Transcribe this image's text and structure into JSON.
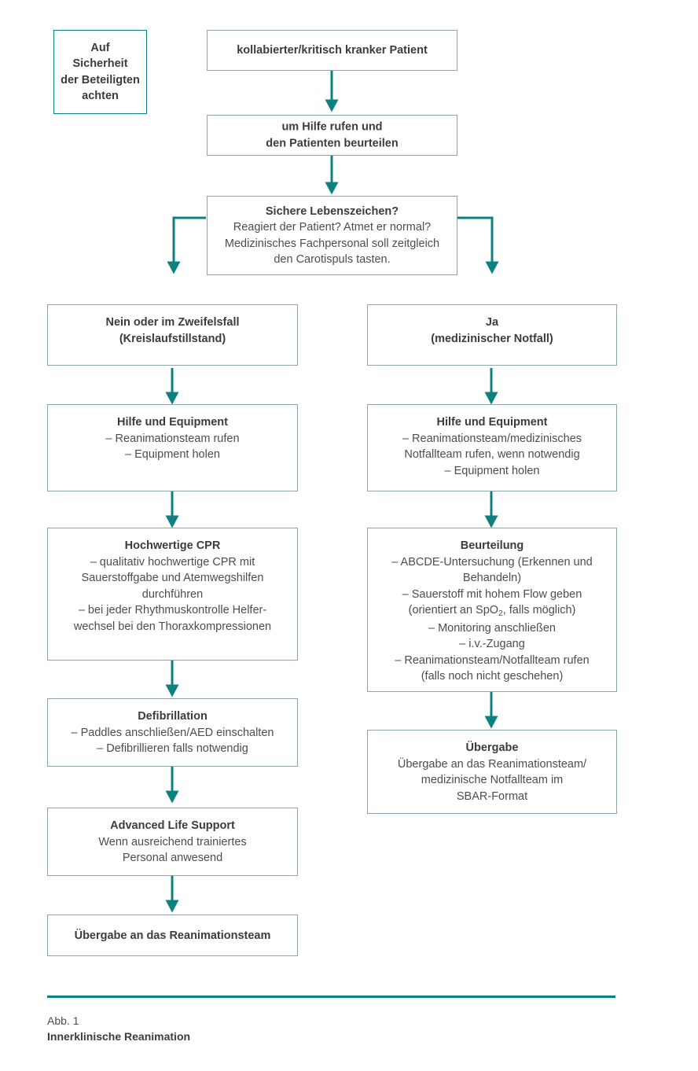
{
  "figure": {
    "caption_number": "Abb. 1",
    "caption_title": "Innerklinische Reanimation",
    "accent_color": "#0d8080",
    "box_border_color": "#8fa3ad",
    "text_color": "#4d4d4d"
  },
  "nodes": {
    "safety": {
      "lines": [
        "Auf",
        "Sicherheit",
        "der Beteiligten",
        "achten"
      ]
    },
    "start": {
      "title": "kollabierter/kritisch kranker Patient"
    },
    "help": {
      "lines": [
        "um Hilfe rufen und",
        "den Patienten beurteilen"
      ]
    },
    "decision": {
      "title": "Sichere Lebenszeichen?",
      "lines": [
        "Reagiert der Patient? Atmet er normal?",
        "Medizinisches Fachpersonal soll zeitgleich",
        "den Carotispuls tasten."
      ]
    },
    "branch_no": {
      "lines": [
        "Nein oder im Zweifelsfall",
        "(Kreislaufstillstand)"
      ]
    },
    "branch_yes": {
      "lines": [
        "Ja",
        "(medizinischer Notfall)"
      ]
    },
    "left_help": {
      "title": "Hilfe und Equipment",
      "lines": [
        "– Reanimationsteam rufen",
        "– Equipment holen"
      ]
    },
    "left_cpr": {
      "title": "Hochwertige CPR",
      "lines": [
        "– qualitativ hochwertige CPR mit",
        "Sauerstoffgabe und Atemwegshilfen",
        "durchführen",
        "– bei jeder Rhythmuskontrolle Helfer-",
        "wechsel bei den Thoraxkompressionen"
      ]
    },
    "left_defib": {
      "title": "Defibrillation",
      "lines": [
        "– Paddles anschließen/AED einschalten",
        "– Defibrillieren falls notwendig"
      ]
    },
    "left_als": {
      "title": "Advanced Life Support",
      "lines": [
        "Wenn ausreichend trainiertes",
        "Personal anwesend"
      ]
    },
    "left_handover": {
      "title": "Übergabe an das Reanimationsteam"
    },
    "right_help": {
      "title": "Hilfe und Equipment",
      "lines": [
        "– Reanimationsteam/medizinisches",
        "Notfallteam rufen, wenn notwendig",
        "– Equipment holen"
      ]
    },
    "right_assess": {
      "title": "Beurteilung",
      "lines": [
        "– ABCDE-Untersuchung (Erkennen und",
        "Behandeln)",
        "– Sauerstoff mit hohem Flow geben",
        "(orientiert an SpO2, falls möglich)",
        "– Monitoring anschließen",
        "– i.v.-Zugang",
        "– Reanimationsteam/Notfallteam rufen",
        "(falls noch nicht geschehen)"
      ],
      "spo2_prefix": "(orientiert an SpO",
      "spo2_sub": "2",
      "spo2_suffix": ", falls möglich)"
    },
    "right_handover": {
      "title": "Übergabe",
      "lines": [
        "Übergabe an das Reanimationsteam/",
        "medizinische Notfallteam im",
        "SBAR-Format"
      ]
    }
  }
}
